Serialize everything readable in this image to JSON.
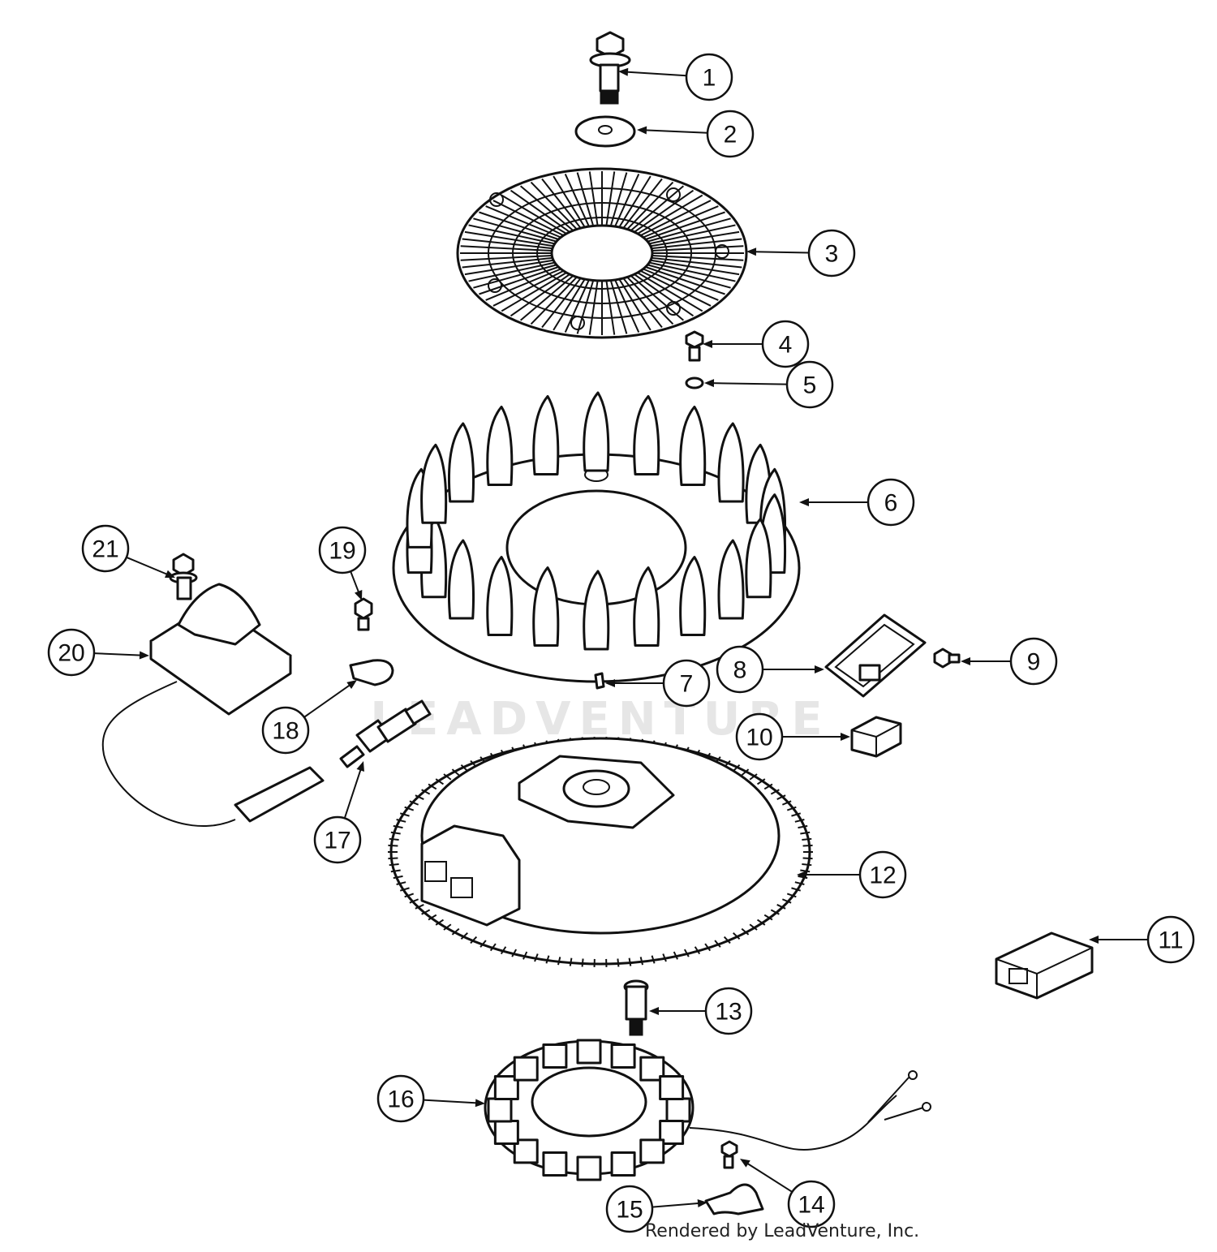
{
  "watermark": "LEADVENTURE",
  "credit": "Rendered by LeadVenture, Inc.",
  "callouts": [
    {
      "id": 1,
      "label": "1"
    },
    {
      "id": 2,
      "label": "2"
    },
    {
      "id": 3,
      "label": "3"
    },
    {
      "id": 4,
      "label": "4"
    },
    {
      "id": 5,
      "label": "5"
    },
    {
      "id": 6,
      "label": "6"
    },
    {
      "id": 7,
      "label": "7"
    },
    {
      "id": 8,
      "label": "8"
    },
    {
      "id": 9,
      "label": "9"
    },
    {
      "id": 10,
      "label": "10"
    },
    {
      "id": 11,
      "label": "11"
    },
    {
      "id": 12,
      "label": "12"
    },
    {
      "id": 13,
      "label": "13"
    },
    {
      "id": 14,
      "label": "14"
    },
    {
      "id": 15,
      "label": "15"
    },
    {
      "id": 16,
      "label": "16"
    },
    {
      "id": 17,
      "label": "17"
    },
    {
      "id": 18,
      "label": "18"
    },
    {
      "id": 19,
      "label": "19"
    },
    {
      "id": 20,
      "label": "20"
    },
    {
      "id": 21,
      "label": "21"
    }
  ]
}
